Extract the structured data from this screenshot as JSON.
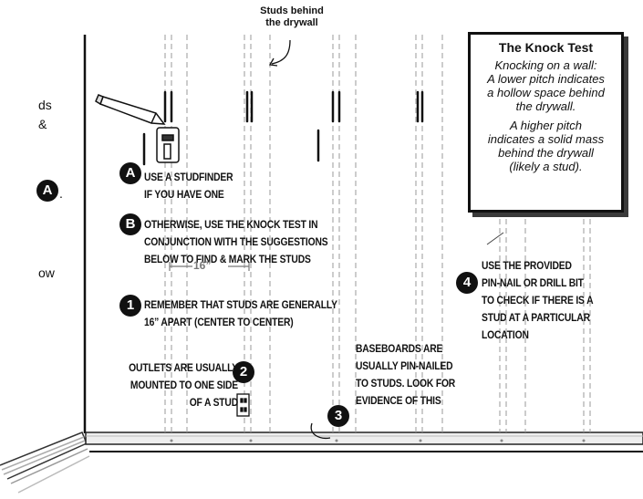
{
  "studs_callout": [
    "Studs behind",
    "the drywall"
  ],
  "cutoff_text": [
    {
      "id": "a",
      "text": "ds"
    },
    {
      "id": "b",
      "text": "&"
    },
    {
      "id": "c",
      "text": "ow"
    }
  ],
  "cutoff_badge": "A",
  "knock_test": {
    "title": "The Knock Test",
    "paragraph1": [
      "Knocking on a wall:",
      "A lower pitch indicates",
      "a hollow space behind",
      "the drywall."
    ],
    "paragraph2": [
      "A higher pitch",
      "indicates a solid mass",
      "behind the drywall",
      "(likely a stud)."
    ]
  },
  "steps": {
    "a": {
      "badge": "A",
      "lines": [
        "USE A STUDFINDER",
        "IF YOU HAVE ONE"
      ]
    },
    "b": {
      "badge": "B",
      "lines": [
        "OTHERWISE, USE THE KNOCK TEST IN",
        "CONJUNCTION WITH THE SUGGESTIONS",
        "BELOW TO FIND & MARK THE STUDS"
      ]
    },
    "one": {
      "badge": "1",
      "lines": [
        "REMEMBER THAT STUDS ARE GENERALLY",
        "16” APART (CENTER TO CENTER)"
      ]
    },
    "two": {
      "badge": "2",
      "lines": [
        "OUTLETS ARE USUALLY",
        "MOUNTED TO ONE SIDE",
        "OF A STUD"
      ]
    },
    "three": {
      "badge": "3",
      "lines": [
        "BASEBOARDS ARE",
        "USUALLY PIN-NAILED",
        "TO STUDS.  LOOK FOR",
        "EVIDENCE OF THIS"
      ]
    },
    "four": {
      "badge": "4",
      "lines": [
        "USE THE PROVIDED",
        "PIN-NAIL OR DRILL BIT",
        "TO CHECK IF THERE IS A",
        "STUD AT A PARTICULAR",
        "LOCATION"
      ]
    }
  },
  "spacing_label": "16”",
  "colors": {
    "ink": "#111111",
    "stud_dash": "#9a9a9a",
    "baseboard": "#e6e6e6"
  }
}
